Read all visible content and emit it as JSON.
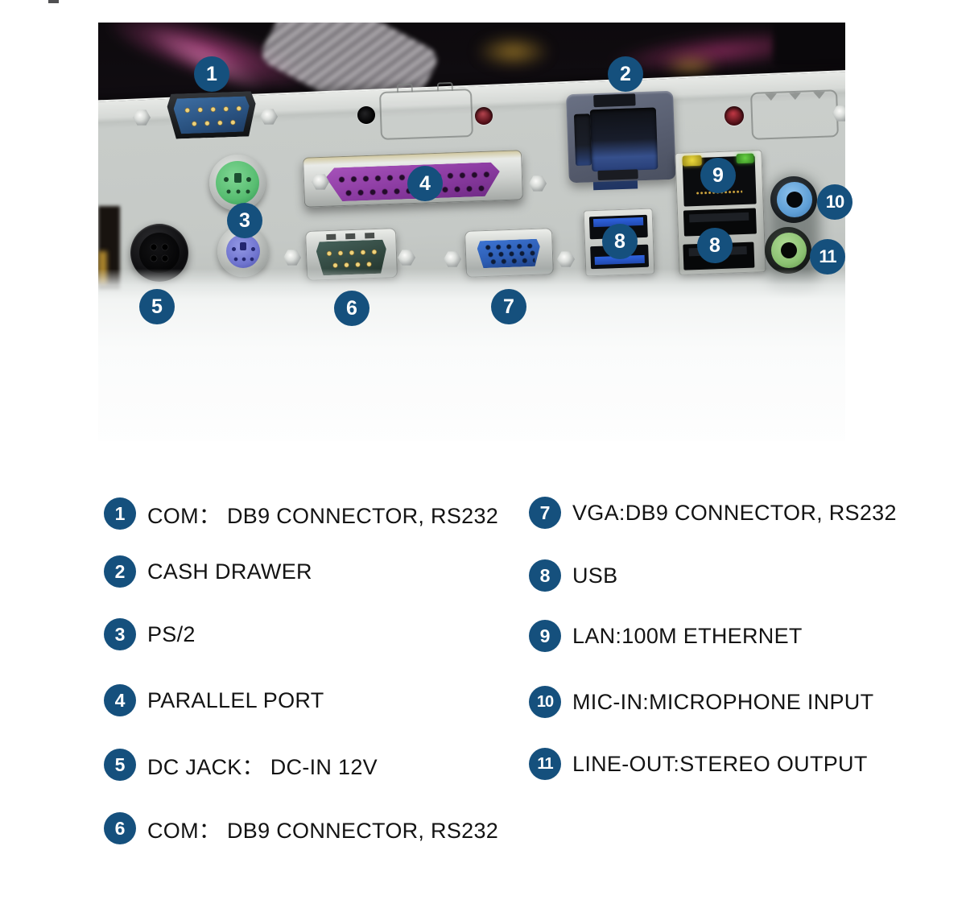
{
  "photo": {
    "alt": "Rear I/O panel of POS terminal with numbered callouts",
    "badge_color": "#15507d",
    "badges": [
      "1",
      "2",
      "3",
      "4",
      "5",
      "6",
      "7",
      "8",
      "8",
      "9",
      "10",
      "11"
    ],
    "colors": {
      "panel_silver": "#c5c9c6",
      "com1_blue": "#2e5f93",
      "cash_drawer_bezel": "#5b6173",
      "ps2_green": "#63c47b",
      "ps2_purple": "#7d82d8",
      "parallel_purple": "#9340a8",
      "com6_green": "#35493f",
      "vga_blue": "#3166c0",
      "usb3_blue": "#2b59d0",
      "lan_led_yellow": "#d8ca2e",
      "lan_led_green": "#59c23a",
      "mic_blue": "#74b2e4",
      "lineout_green": "#9acb80"
    }
  },
  "legend": {
    "items": [
      {
        "num": "1",
        "label": "COM： DB9 CONNECTOR, RS232"
      },
      {
        "num": "2",
        "label": "CASH DRAWER"
      },
      {
        "num": "3",
        "label": "PS/2"
      },
      {
        "num": "4",
        "label": "PARALLEL PORT"
      },
      {
        "num": "5",
        "label": "DC JACK： DC-IN 12V"
      },
      {
        "num": "6",
        "label": "COM： DB9 CONNECTOR, RS232"
      },
      {
        "num": "7",
        "label": "VGA:DB9 CONNECTOR, RS232"
      },
      {
        "num": "8",
        "label": "USB"
      },
      {
        "num": "9",
        "label": "LAN:100M ETHERNET"
      },
      {
        "num": "10",
        "label": "MIC-IN:MICROPHONE INPUT"
      },
      {
        "num": "11",
        "label": "LINE-OUT:STEREO OUTPUT"
      }
    ]
  }
}
